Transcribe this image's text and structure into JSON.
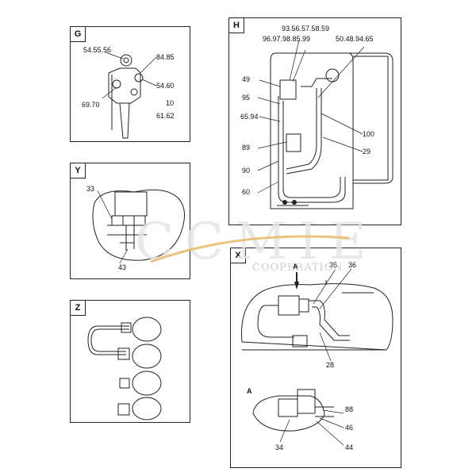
{
  "panels": {
    "g": {
      "tag": "G",
      "labels": [
        "54.55.56",
        "84.85",
        "54.60",
        "69.70",
        "10",
        "61.62"
      ]
    },
    "h": {
      "tag": "H",
      "labels": [
        "93.56.57.58.59",
        "96.97.98.85.99",
        "50.48.94.65",
        "49",
        "95",
        "65.94",
        "89",
        "100",
        "29",
        "90",
        "60"
      ]
    },
    "y": {
      "tag": "Y",
      "labels": [
        "33",
        "43"
      ]
    },
    "z": {
      "tag": "Z",
      "labels": []
    },
    "x": {
      "tag": "X",
      "labels": [
        "A",
        "35",
        "36",
        "28",
        "A",
        "88",
        "46",
        "34",
        "44"
      ]
    }
  },
  "watermark": {
    "brand": "CCMIE",
    "sub": "COOPERATION",
    "color": "#e8b96a"
  }
}
